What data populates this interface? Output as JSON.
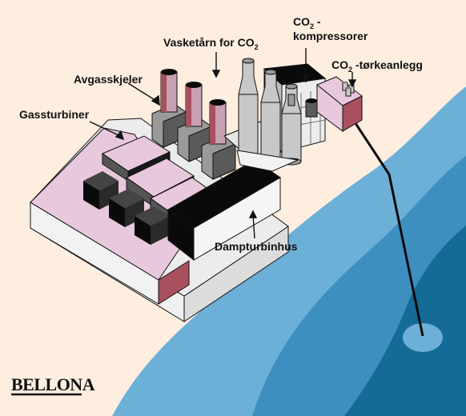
{
  "labels": {
    "scrubber": {
      "text": "Vasketårn for CO",
      "sub": "2"
    },
    "compressor": {
      "co": "CO",
      "sub": "2",
      "dash": " -",
      "line2": "kompressorer"
    },
    "dryer": {
      "co": "CO",
      "sub": "2",
      "rest": " -tørkeanlegg"
    },
    "boilers": {
      "text": "Avgasskjeler"
    },
    "turbines": {
      "text": "Gassturbiner"
    },
    "steam": {
      "text": "Dampturbinhus"
    }
  },
  "logo": {
    "text": "BELLONA"
  },
  "colors": {
    "background": "#fdeee0",
    "sea_light": "#6cb0d8",
    "sea_mid": "#3d8fbf",
    "sea_deep": "#136b96",
    "pink": "#e8c8dc",
    "maroon": "#a8505e",
    "dark": "#0a0a0a",
    "grey": "#c8c8c8"
  }
}
